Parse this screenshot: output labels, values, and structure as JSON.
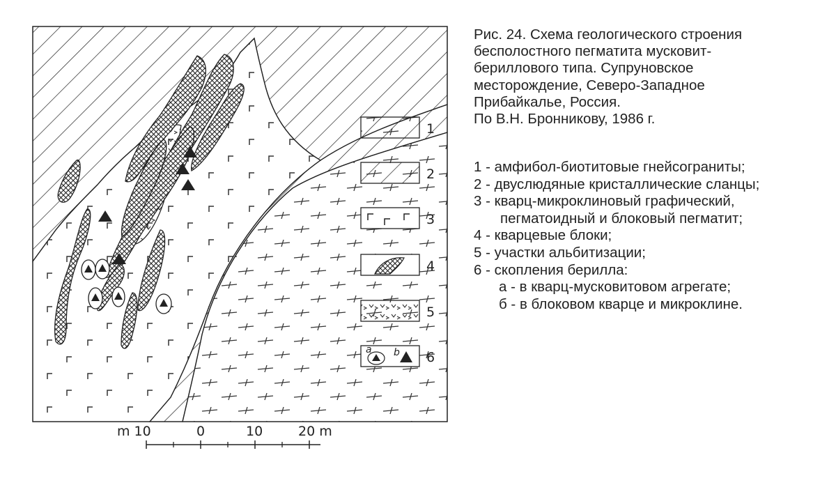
{
  "caption": {
    "lines": [
      "Рис. 24. Схема геологического строения",
      "бесполостного пегматита мусковит-",
      "бериллового типа. Супруновское",
      "месторождение, Северо-Западное",
      "Прибайкалье, Россия.",
      "По В.Н. Бронникову, 1986 г."
    ]
  },
  "legend": {
    "numbers": [
      "1",
      "2",
      "3",
      "4",
      "5",
      "6"
    ],
    "sub_labels": [
      "a",
      "b"
    ],
    "items": [
      "1 - амфибол-биотитовые гнейсограниты;",
      "2 - двуслюдяные кристаллические сланцы;",
      "3 - кварц-микроклиновый графический,",
      "пегматоидный и блоковый пегматит;",
      "4 - кварцевые блоки;",
      "5 - участки альбитизации;",
      "6 - скопления берилла:",
      "а - в кварц-мусковитовом агрегате;",
      "б - в блоковом кварце и микроклине."
    ]
  },
  "scale": {
    "labels": [
      "m 10",
      "0",
      "10",
      "20 m"
    ]
  },
  "colors": {
    "ink": "#222222",
    "paper": "#ffffff"
  }
}
